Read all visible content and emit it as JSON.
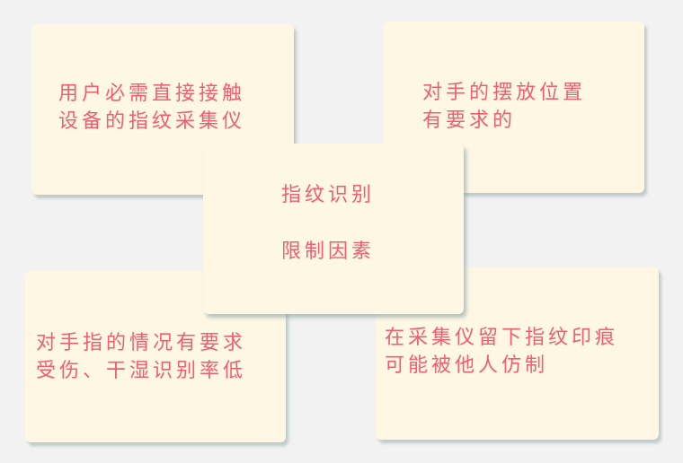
{
  "diagram": {
    "center": {
      "title": "指纹识别",
      "subtitle": "限制因素"
    },
    "factors": [
      {
        "position": "top-left",
        "lines": [
          "用户必需直接接触",
          "设备的指纹采集仪"
        ]
      },
      {
        "position": "top-right",
        "lines": [
          "对手的摆放位置",
          "有要求的"
        ]
      },
      {
        "position": "bottom-left",
        "lines": [
          "对手指的情况有要求",
          "受伤、干湿识别率低"
        ]
      },
      {
        "position": "bottom-right",
        "lines": [
          "在采集仪留下指纹印痕",
          "可能被他人仿制"
        ]
      }
    ],
    "colors": {
      "background": "#f2f2f2",
      "card": "#fdf7e4",
      "text": "#ee5f6f"
    }
  }
}
